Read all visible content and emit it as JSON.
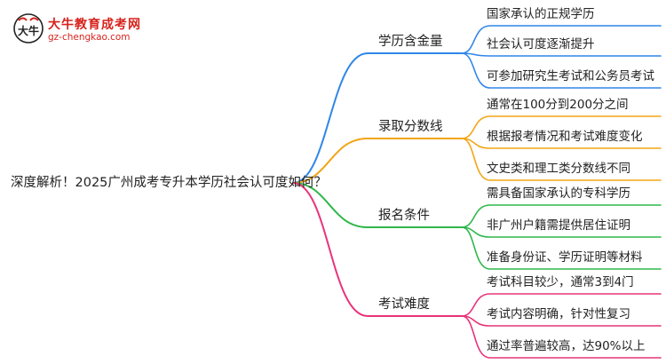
{
  "logo": {
    "title": "大牛教育成考网",
    "subtitle": "gz-chengkao.com",
    "mark_text": "大牛"
  },
  "root": {
    "label": "深度解析！2025广州成考专升本学历社会认可度如何？"
  },
  "branches": [
    {
      "label": "学历含金量",
      "color": "#2f86e8",
      "leaves": [
        "国家承认的正规学历",
        "社会认可度逐渐提升",
        "可参加研究生考试和公务员考试"
      ]
    },
    {
      "label": "录取分数线",
      "color": "#f2a516",
      "leaves": [
        "通常在100分到200分之间",
        "根据报考情况和考试难度变化",
        "文史类和理工类分数线不同"
      ]
    },
    {
      "label": "报名条件",
      "color": "#2fb84a",
      "leaves": [
        "需具备国家承认的专科学历",
        "非广州户籍需提供居住证明",
        "准备身份证、学历证明等材料"
      ]
    },
    {
      "label": "考试难度",
      "color": "#e8337a",
      "leaves": [
        "考试科目较少，通常3到4门",
        "考试内容明确，针对性复习",
        "通过率普遍较高，达90%以上"
      ]
    }
  ]
}
